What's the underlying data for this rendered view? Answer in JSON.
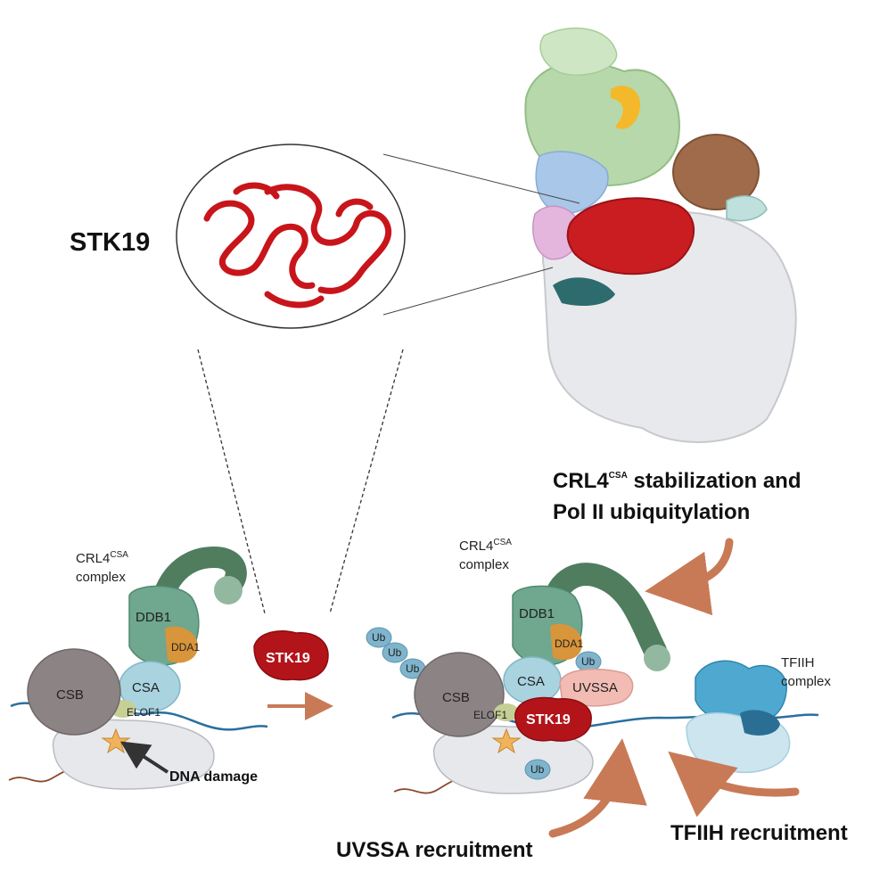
{
  "title": "STK19",
  "panels": {
    "zoom": {
      "structure_label": "STK19"
    },
    "left": {
      "complex_label": "CRL4",
      "complex_sup": "CSA",
      "complex_word": "complex",
      "ddb1": "DDB1",
      "dda1": "DDA1",
      "csb": "CSB",
      "csa": "CSA",
      "elof1": "ELOF1",
      "damage": "DNA damage"
    },
    "middle": {
      "stk19_blob": "STK19"
    },
    "right": {
      "complex_label": "CRL4",
      "complex_sup": "CSA",
      "complex_word": "complex",
      "ddb1": "DDB1",
      "dda1": "DDA1",
      "csb": "CSB",
      "csa": "CSA",
      "elof1": "ELOF1",
      "stk19": "STK19",
      "uvssa": "UVSSA",
      "ub": "Ub",
      "tfiih": "TFIIH",
      "tfiih_word": "complex"
    }
  },
  "captions": {
    "crl4_line1_a": "CRL4",
    "crl4_line1_sup": "CSA",
    "crl4_line1_b": " stabilization and",
    "crl4_line2": "Pol II ubiquitylation",
    "uvssa": "UVSSA recruitment",
    "tfiih": "TFIIH recruitment"
  },
  "colors": {
    "stk19_red": "#b3141a",
    "ddb1_green": "#6fa78f",
    "cul4_green": "#4f7d5e",
    "dda1_orange": "#d9953a",
    "csa_blue": "#a9d3df",
    "csb_gray": "#8b8384",
    "pol2_gray": "#e6e8ec",
    "ub_blue": "#7fb4cc",
    "uvssa_pink": "#f2bcb4",
    "tfiih_blue": "#4ea8cf",
    "arrow_brown": "#c87a56",
    "dna_blue": "#2b6f9e"
  }
}
